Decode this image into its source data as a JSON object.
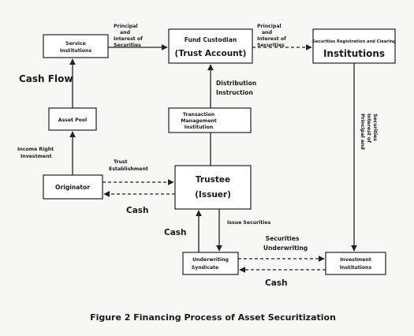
{
  "nodes": {
    "service": [
      "Service",
      "Institutions"
    ],
    "fund": [
      "Fund Custodian",
      "(Trust Account)"
    ],
    "sec_reg": "Securities Registration and Clearing",
    "institutions": "Institutions",
    "asset_pool": "Asset Pool",
    "tms": [
      "Transaction",
      "Management",
      "Institution"
    ],
    "originator": "Originator",
    "trustee": [
      "Trustee",
      "(Issuer)"
    ],
    "underwriting": [
      "Underwriting",
      "Syndicate"
    ],
    "investment": [
      "Investment",
      "Institutions"
    ]
  },
  "labels": {
    "pis1": [
      "Principal",
      "and",
      "Interest of",
      "Securities"
    ],
    "pis2": [
      "Principal",
      "and",
      "Interest of",
      "Securities"
    ],
    "pis_vertical": [
      "Principal and",
      "Interest of",
      "Securities"
    ],
    "cash_flow": "Cash Flow",
    "distribution": [
      "Distribution",
      "Instruction"
    ],
    "income_right": [
      "Income Right",
      "Investment"
    ],
    "trust_est": [
      "Trust",
      "Establishment"
    ],
    "cash_left": "Cash",
    "cash_mid": "Cash",
    "issue_sec": "Issue Securities",
    "sec_underwriting": [
      "Securities",
      "Underwriting"
    ],
    "cash_bottom": "Cash"
  },
  "caption": "Figure 2 Financing Process of Asset Securitization"
}
